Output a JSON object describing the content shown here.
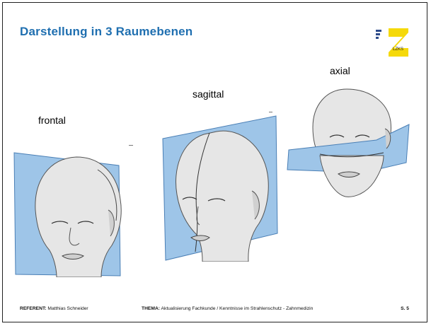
{
  "slide": {
    "title": "Darstellung in 3 Raumebenen",
    "logo_text": "LZKS",
    "planes": {
      "frontal": "frontal",
      "sagittal": "sagittal",
      "axial": "axial"
    },
    "footer": {
      "referent_label": "REFERENT:",
      "referent_name": "Matthias Schneider",
      "thema_label": "THEMA:",
      "thema_text": "Aktualisierung Fachkunde / Kenntnisse im Strahlenschutz - Zahnmedizin",
      "page": "S. 5"
    }
  },
  "colors": {
    "title": "#1f6fb0",
    "plane_fill": "#9ec5e8",
    "plane_stroke": "#4a7fb5",
    "logo_yellow": "#f5d90a",
    "head_fill": "#e6e6e6"
  }
}
